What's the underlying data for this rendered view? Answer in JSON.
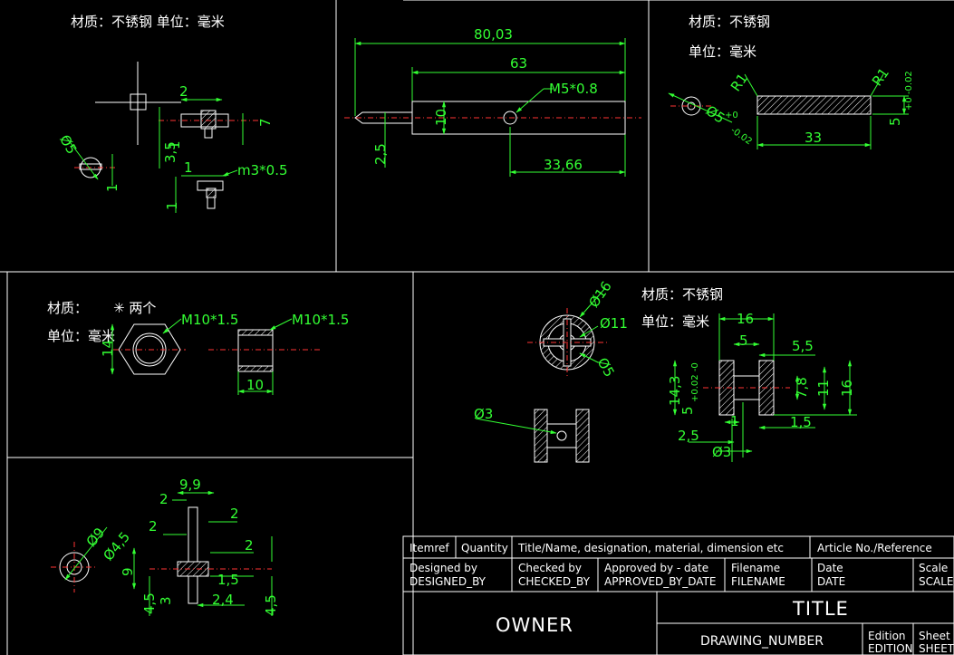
{
  "colors": {
    "background": "#000000",
    "lines": "#ffffff",
    "dimensions": "#33ff33",
    "centerlines": "#ff3333"
  },
  "notes": {
    "p1_material_unit": "材质：不锈钢   单位：毫米",
    "p3_material": "材质：不锈钢",
    "p3_unit": "单位：毫米",
    "p4_material": "材质：",
    "p4_qty": "✳ 两个",
    "p4_unit": "单位：毫米",
    "p5_material": "材质：不锈钢",
    "p5_unit": "单位：毫米"
  },
  "dims": {
    "p1": {
      "d2": "2",
      "d1a": "1",
      "d7": "7",
      "d35": "3,5",
      "dphi5": "Ø5",
      "d1b": "1",
      "d1c": "1",
      "thread": "m3*0.5",
      "d1d": "1"
    },
    "p2": {
      "d8003": "80,03",
      "d63": "63",
      "thread": "M5*0.8",
      "d10": "10",
      "d25": "2,5",
      "d3366": "33,66"
    },
    "p3": {
      "r1a": "R1",
      "r1b": "R1",
      "dphi5": "Ø5",
      "tol_up": "+0",
      "tol_dn": "-0.02",
      "d33": "33",
      "d5": "5",
      "tol_r": "+0 -0.02"
    },
    "p4": {
      "thread_a": "M10*1.5",
      "thread_b": "M10*1.5",
      "d14": "14",
      "d10": "10"
    },
    "p5": {
      "phi16": "Ø16",
      "phi11": "Ø11",
      "phi5": "Ø5",
      "phi3": "Ø3",
      "d16": "16",
      "d5": "5",
      "d55": "5,5",
      "d143": "14,3",
      "d5b": "5",
      "tol": "+0.02 -0",
      "d78": "7,8",
      "d11": "11",
      "d16v": "16",
      "d1": "1",
      "d15": "1,5",
      "d25": "2,5",
      "phi3b": "Ø3"
    },
    "p6": {
      "d99": "9,9",
      "d2a": "2",
      "d2b": "2",
      "d2c": "2",
      "phi9": "Ø9",
      "phi45": "Ø4,5",
      "d2d": "2",
      "d9": "9",
      "d15": "1,5",
      "d45": "4,5",
      "d3": "3",
      "d24": "2,4",
      "d45b": "4,5"
    }
  },
  "title_block": {
    "itemref": "Itemref",
    "quantity": "Quantity",
    "title_name": "Title/Name, designation, material, dimension etc",
    "article": "Article No./Reference",
    "designed_by_label": "Designed by",
    "designed_by": "DESIGNED_BY",
    "checked_by_label": "Checked by",
    "checked_by": "CHECKED_BY",
    "approved_label": "Approved by - date",
    "approved": "APPROVED_BY_DATE",
    "filename_label": "Filename",
    "filename": "FILENAME",
    "date_label": "Date",
    "date": "DATE",
    "scale_label": "Scale",
    "scale": "SCALE",
    "owner": "OWNER",
    "title": "TITLE",
    "drawing_number": "DRAWING_NUMBER",
    "edition_label": "Edition",
    "edition": "EDITION",
    "sheet_label": "Sheet",
    "sheet": "SHEET"
  }
}
